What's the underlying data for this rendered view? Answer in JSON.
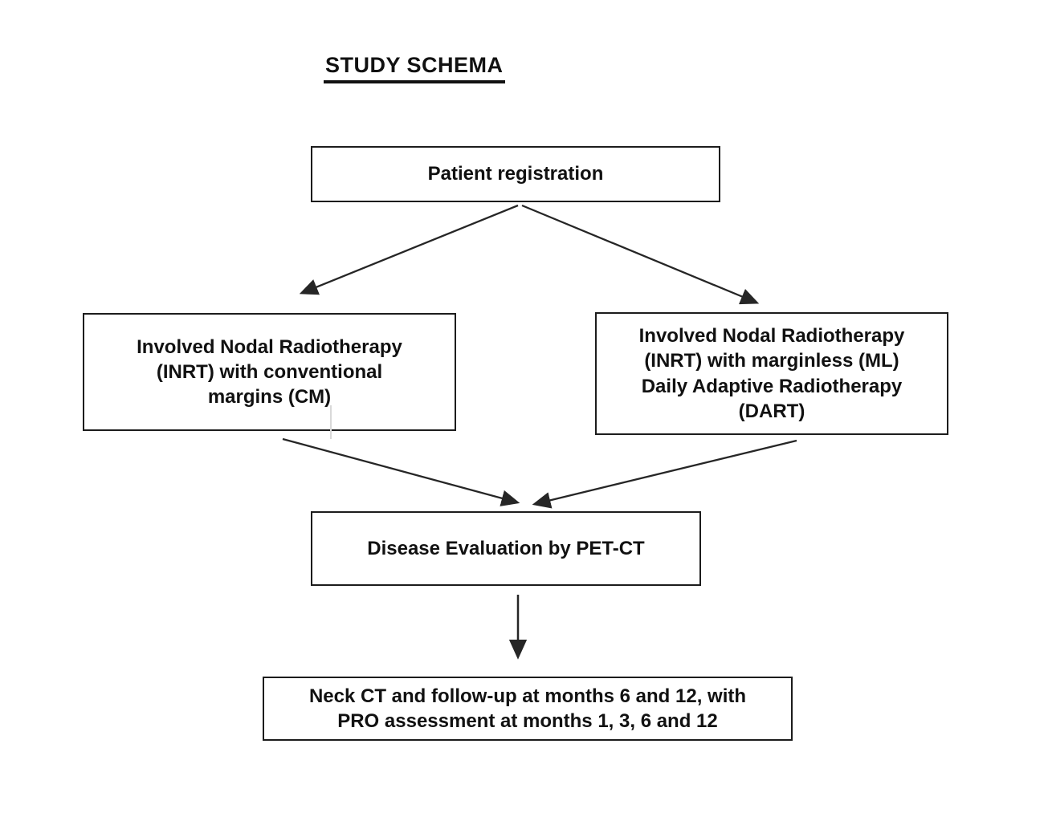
{
  "diagram": {
    "title": "STUDY SCHEMA",
    "nodes": {
      "registration": {
        "label": "Patient registration"
      },
      "arm_cm": {
        "label": "Involved Nodal Radiotherapy\n(INRT) with conventional\nmargins (CM)"
      },
      "arm_dart": {
        "label": "Involved Nodal Radiotherapy\n(INRT) with marginless (ML)\nDaily Adaptive Radiotherapy\n(DART)"
      },
      "evaluation": {
        "label": "Disease Evaluation by PET-CT"
      },
      "followup": {
        "label": "Neck CT and follow-up at months 6 and 12, with\nPRO assessment at months 1, 3, 6 and 12"
      }
    },
    "edges": [
      {
        "from": "registration",
        "to": "arm_cm"
      },
      {
        "from": "registration",
        "to": "arm_dart"
      },
      {
        "from": "arm_cm",
        "to": "evaluation"
      },
      {
        "from": "arm_dart",
        "to": "evaluation"
      },
      {
        "from": "evaluation",
        "to": "followup"
      }
    ],
    "colors": {
      "background": "#ffffff",
      "box_border": "#1c1c1c",
      "text": "#111111",
      "arrow": "#262626"
    }
  }
}
